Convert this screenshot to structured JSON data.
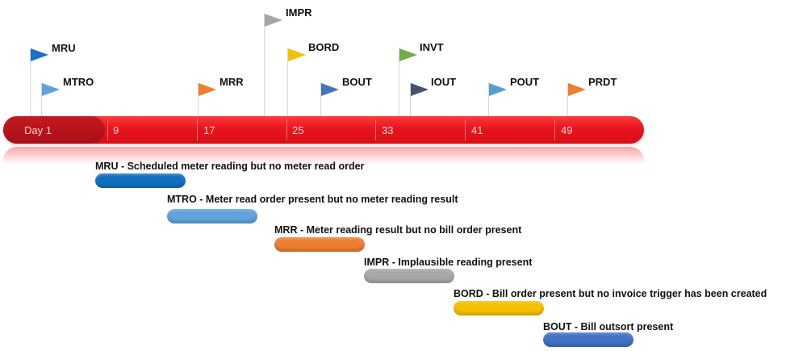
{
  "timeline": {
    "start_label": "Day 1",
    "ticks": [
      "9",
      "17",
      "25",
      "33",
      "41",
      "49"
    ],
    "color": "#e8141e"
  },
  "flags": [
    {
      "code": "MRU",
      "color": "#1a73c2"
    },
    {
      "code": "MTRO",
      "color": "#5fa2dd"
    },
    {
      "code": "MRR",
      "color": "#ee7f2d"
    },
    {
      "code": "IMPR",
      "color": "#a6a6a6"
    },
    {
      "code": "BORD",
      "color": "#f2c200"
    },
    {
      "code": "BOUT",
      "color": "#4472c4"
    },
    {
      "code": "INVT",
      "color": "#70ad47"
    },
    {
      "code": "IOUT",
      "color": "#44546a"
    },
    {
      "code": "POUT",
      "color": "#5b9bd5"
    },
    {
      "code": "PRDT",
      "color": "#ed7d31"
    }
  ],
  "phases": [
    {
      "label": "MRU  - Scheduled meter reading but no meter read order",
      "color": "#1170c0"
    },
    {
      "label": "MTRO - Meter read order present but no meter reading result",
      "color": "#62a3dd"
    },
    {
      "label": "MRR - Meter reading result but no bill order present",
      "color": "#ee7d31"
    },
    {
      "label": "IMPR - Implausible reading present",
      "color": "#a8a8a8"
    },
    {
      "label": "BORD - Bill order present but no invoice trigger has been created",
      "color": "#f5c000"
    },
    {
      "label": "BOUT - Bill outsort present",
      "color": "#4472c4"
    }
  ]
}
